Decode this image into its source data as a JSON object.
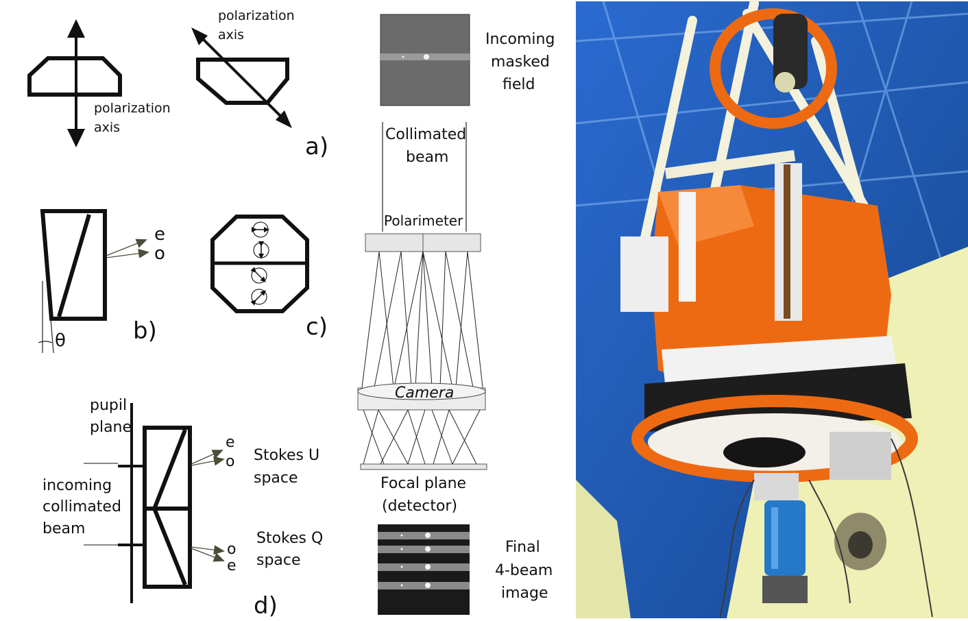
{
  "panels": {
    "a": {
      "tag": "a)",
      "axis_label_1": [
        "polarization",
        "axis"
      ],
      "axis_label_2": [
        "polarization",
        "axis"
      ]
    },
    "b": {
      "tag": "b)",
      "ray_e": "e",
      "ray_o": "o",
      "angle": "θ"
    },
    "c": {
      "tag": "c)"
    },
    "d": {
      "tag": "d)",
      "pupil_plane": [
        "pupil",
        "plane"
      ],
      "incoming_beam": [
        "incoming",
        "collimated",
        "beam"
      ],
      "upper_e": "e",
      "upper_o": "o",
      "lower_o": "o",
      "lower_e": "e",
      "stokes_u": [
        "Stokes U",
        "space"
      ],
      "stokes_q": [
        "Stokes Q",
        "space"
      ]
    }
  },
  "optical_path": {
    "incoming_field": [
      "Incoming",
      "masked",
      "field"
    ],
    "collimated_beam": [
      "Collimated",
      "beam"
    ],
    "polarimeter": "Polarimeter",
    "camera": "Camera",
    "focal_plane": [
      "Focal plane",
      "(detector)"
    ],
    "final_image": [
      "Final",
      "4-beam",
      "image"
    ]
  },
  "colors": {
    "ink": "#111111",
    "ray_arrow": "#4d4d3a",
    "telescope_orange": "#ee6a12",
    "dome_blue": "#1d59b3",
    "mount_cream": "#eef0b5"
  },
  "photo": {
    "subject": "polarimeter instrument mounted on telescope"
  }
}
